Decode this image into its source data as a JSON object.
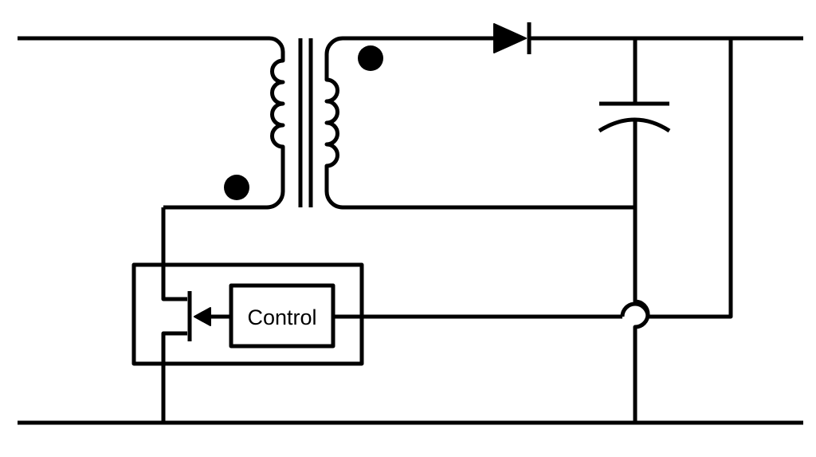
{
  "diagram": {
    "type": "flyback-converter-schematic",
    "control_block": {
      "label": "Control"
    },
    "components": [
      {
        "name": "transformer-primary-winding",
        "kind": "inductor-winding",
        "turns": 4,
        "polarity_dot": true
      },
      {
        "name": "transformer-secondary-winding",
        "kind": "inductor-winding",
        "turns": 4,
        "polarity_dot": true
      },
      {
        "name": "transformer-core",
        "kind": "iron-core",
        "lines": 2
      },
      {
        "name": "output-diode",
        "kind": "diode"
      },
      {
        "name": "output-capacitor",
        "kind": "polarized-capacitor"
      },
      {
        "name": "switch-mosfet",
        "kind": "mosfet"
      },
      {
        "name": "control-block",
        "kind": "controller"
      },
      {
        "name": "feedback-crossover",
        "kind": "wire-jumper"
      }
    ],
    "colors": {
      "stroke": "#000000",
      "background": "#ffffff"
    }
  }
}
